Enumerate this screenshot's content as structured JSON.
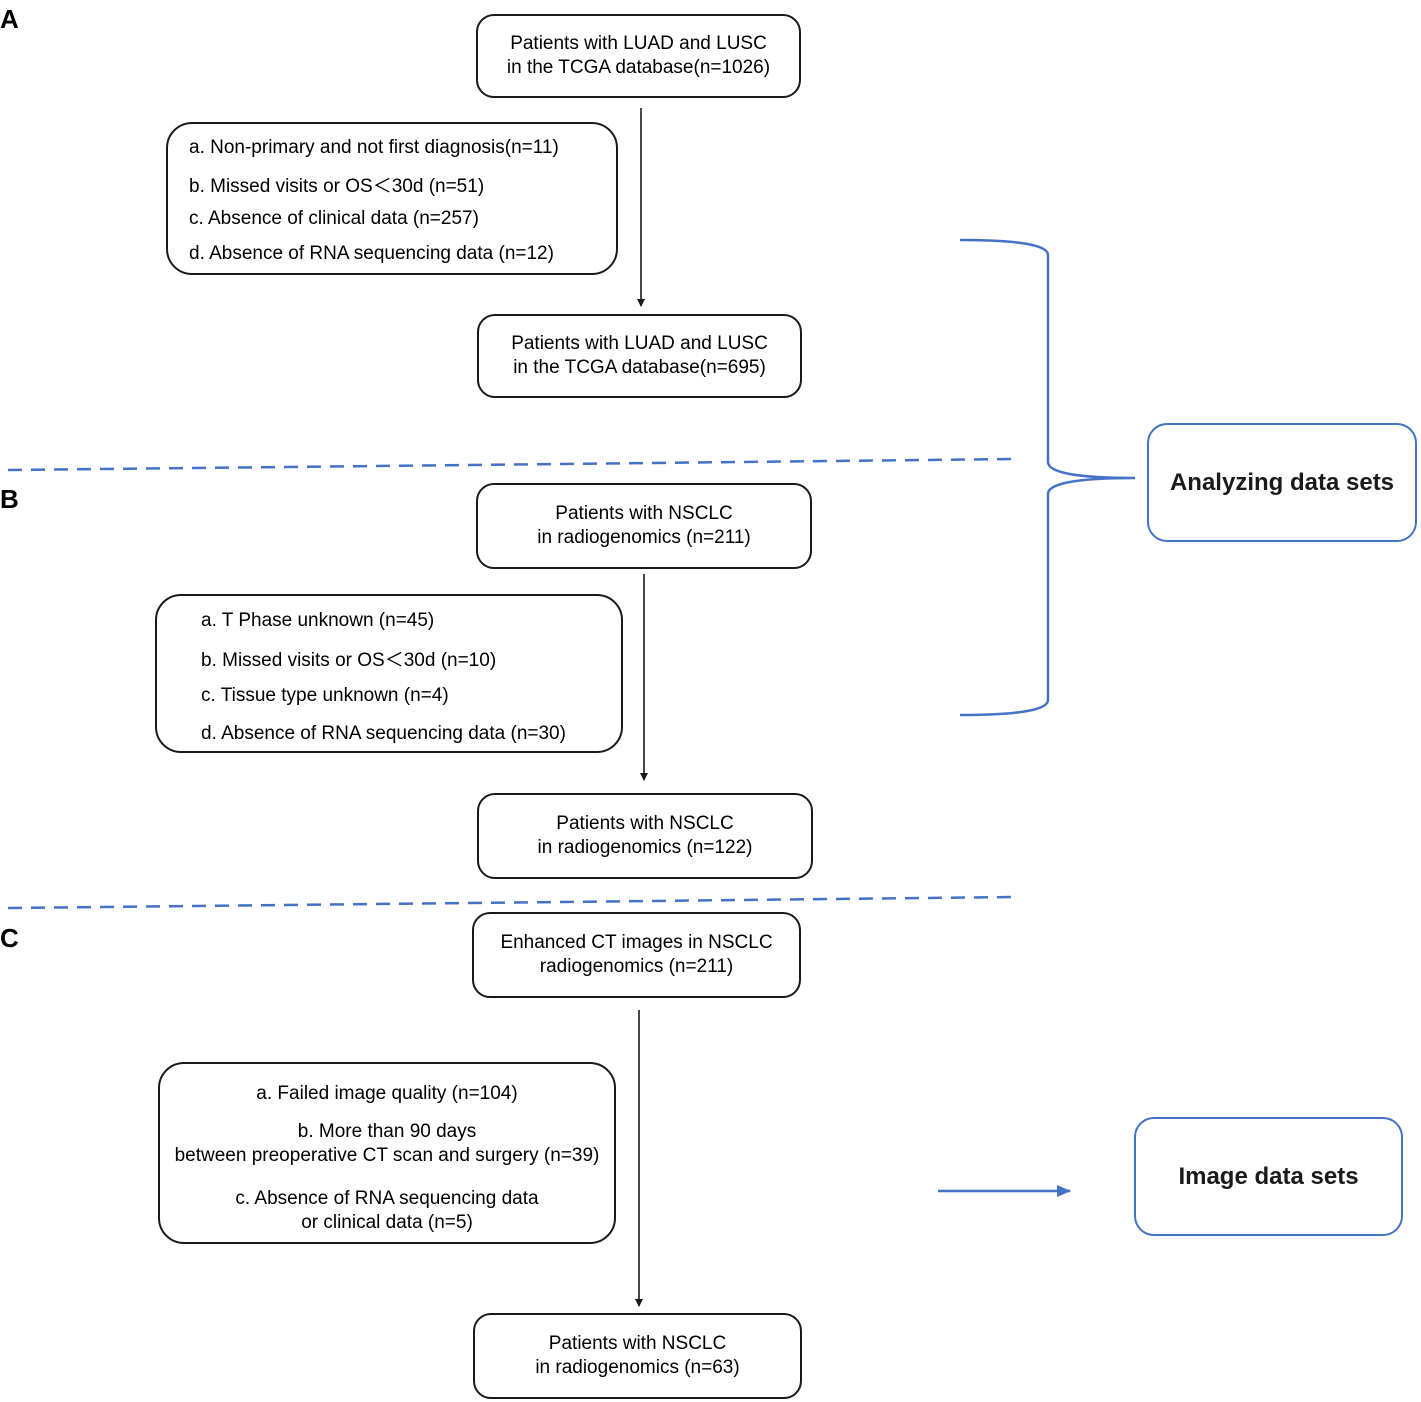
{
  "panels": [
    {
      "id": "A",
      "label": "A"
    },
    {
      "id": "B",
      "label": "B"
    },
    {
      "id": "C",
      "label": "C"
    }
  ],
  "a": {
    "start": [
      "Patients with LUAD and LUSC",
      "in the TCGA database(n=1026)"
    ],
    "exclusions": [
      "a. Non-primary and not first diagnosis(n=11)",
      "b. Missed visits or OS＜30d (n=51)",
      "c. Absence of clinical data (n=257)",
      "d. Absence of RNA sequencing data (n=12)"
    ],
    "end": [
      "Patients with LUAD and LUSC",
      "in the TCGA database(n=695)"
    ]
  },
  "b": {
    "start": [
      "Patients with NSCLC",
      "in radiogenomics (n=211)"
    ],
    "exclusions": [
      "a. T Phase unknown (n=45)",
      "b. Missed visits or OS＜30d (n=10)",
      "c. Tissue type unknown (n=4)",
      "d. Absence of RNA sequencing data (n=30)"
    ],
    "end": [
      "Patients with NSCLC",
      "in radiogenomics (n=122)"
    ]
  },
  "c": {
    "start": [
      "Enhanced CT images in NSCLC",
      "radiogenomics (n=211)"
    ],
    "exclusions": [
      [
        "a. Failed image quality (n=104)"
      ],
      [
        "b. More than 90 days",
        "between preoperative CT scan and surgery (n=39)"
      ],
      [
        "c. Absence of RNA sequencing data",
        "or clinical data (n=5)"
      ]
    ],
    "end": [
      "Patients with NSCLC",
      "in radiogenomics (n=63)"
    ]
  },
  "outputs": {
    "analyzing": "Analyzing data sets",
    "image": "Image data sets"
  },
  "colors": {
    "accent": "#4472c4",
    "line": "#1a1a1a"
  }
}
